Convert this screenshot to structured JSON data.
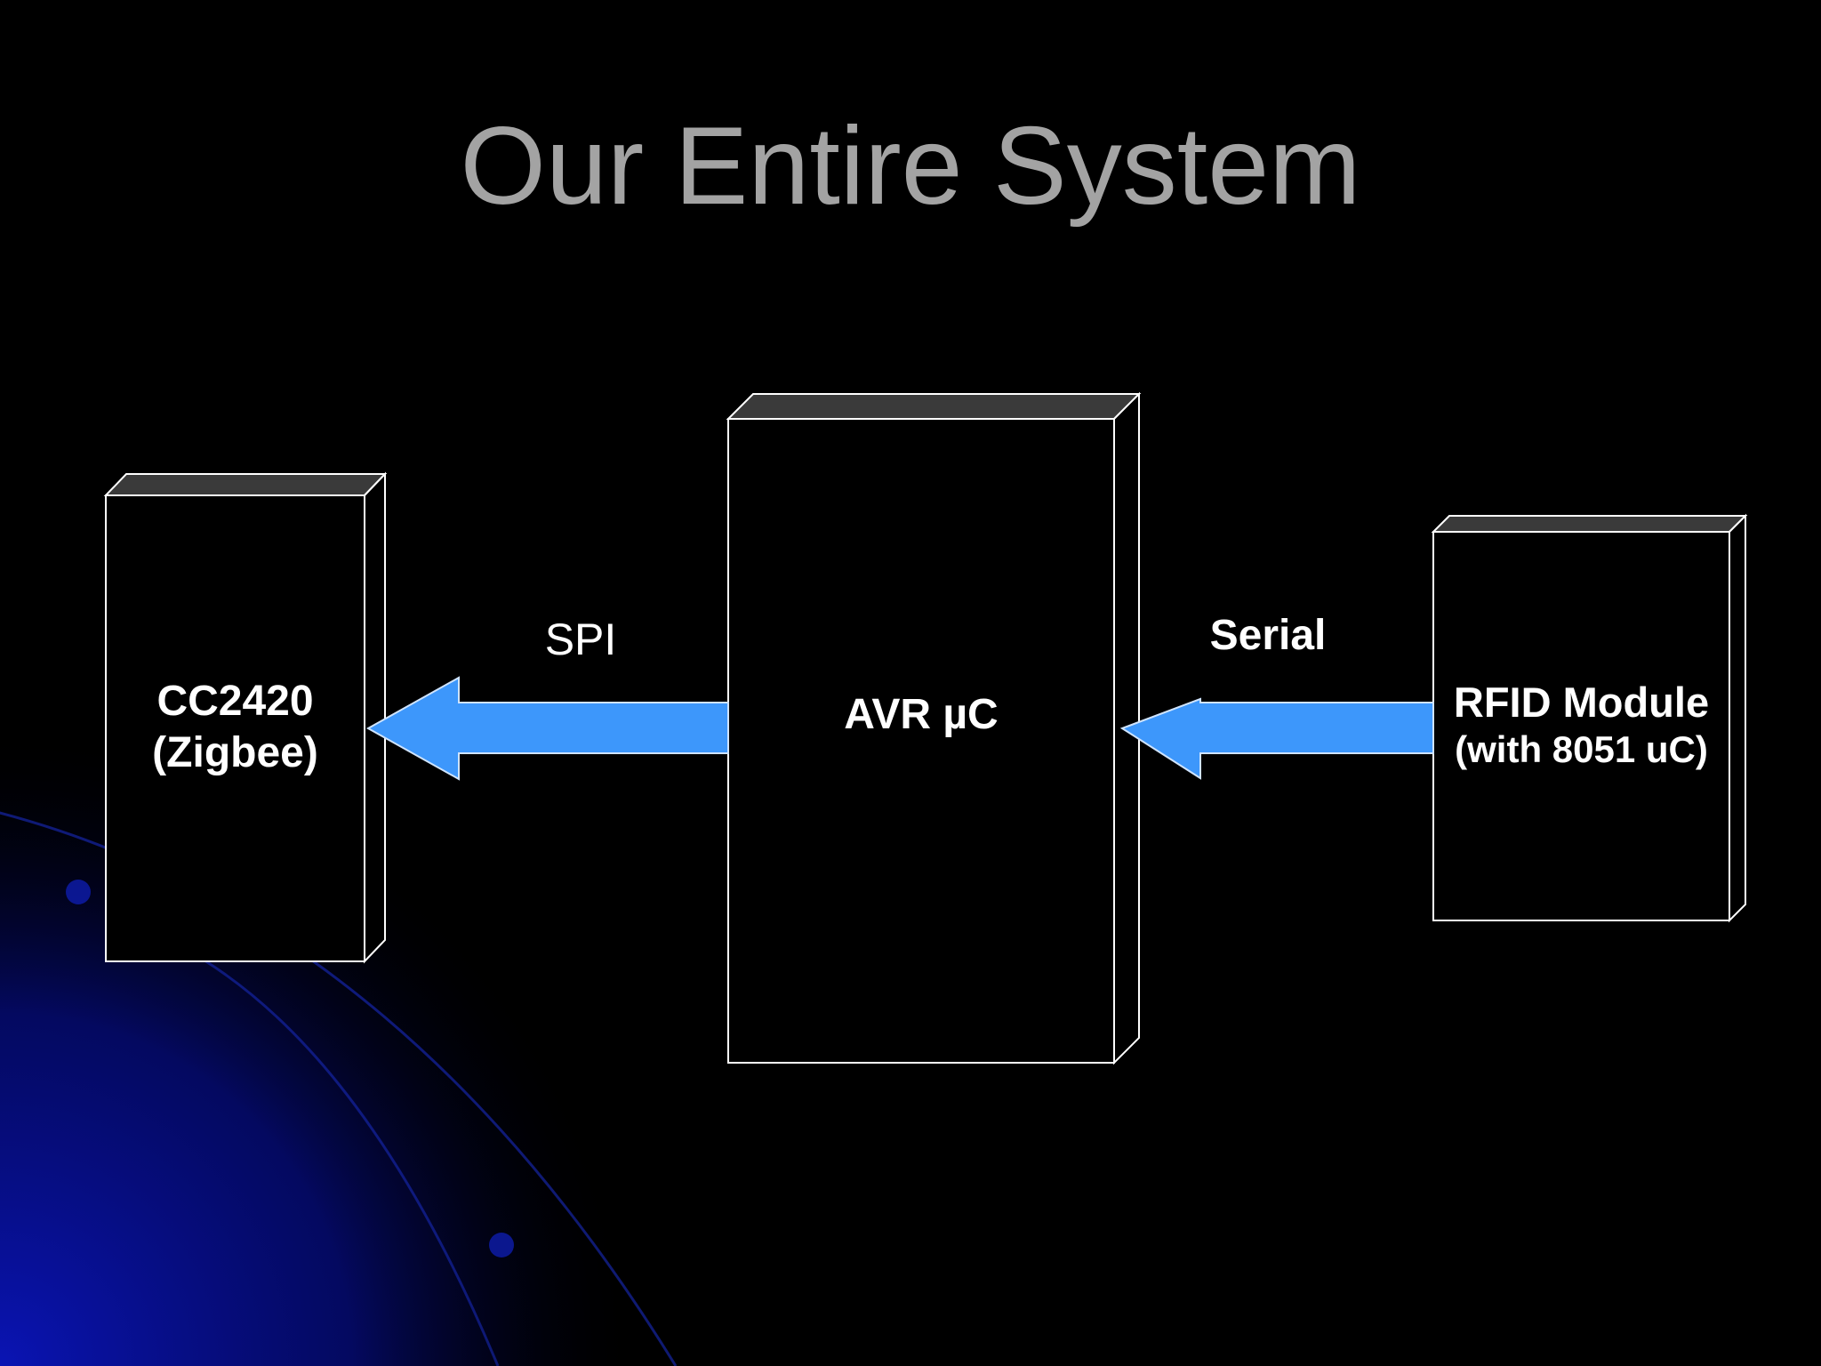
{
  "slide": {
    "title": "Our Entire System"
  },
  "colors": {
    "background": "#000000",
    "title": "#a3a3a3",
    "box_stroke": "#ffffff",
    "box_top": "#3a3a3a",
    "arrow_fill": "#3d97fb",
    "glow": "#0a14b4"
  },
  "blocks": {
    "zigbee": {
      "line1": "CC2420",
      "line2": "(Zigbee)"
    },
    "avr": {
      "line1": "AVR µC"
    },
    "rfid": {
      "line1": "RFID Module",
      "line2": "(with 8051 uC)"
    }
  },
  "connections": {
    "spi": {
      "label": "SPI"
    },
    "serial": {
      "label": "Serial"
    }
  }
}
